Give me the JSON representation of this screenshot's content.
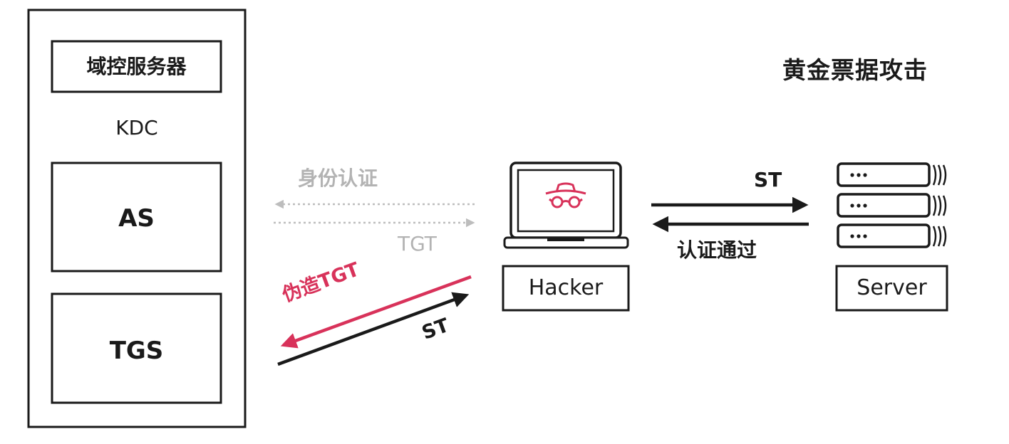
{
  "title": "黄金票据攻击",
  "kdc": {
    "header": "域控服务器",
    "label": "KDC",
    "as": "AS",
    "tgs": "TGS"
  },
  "flows": {
    "auth": "身份认证",
    "tgt": "TGT",
    "forged_tgt": "伪造TGT",
    "st_to_tgs": "ST",
    "st_to_server": "ST",
    "auth_passed": "认证通过"
  },
  "nodes": {
    "hacker": "Hacker",
    "server": "Server"
  },
  "colors": {
    "ink": "#1a1a1a",
    "muted": "#b3b3b3",
    "accent": "#d8325a"
  },
  "icons": {
    "hacker": "laptop-spy-icon",
    "server": "server-rack-icon"
  }
}
